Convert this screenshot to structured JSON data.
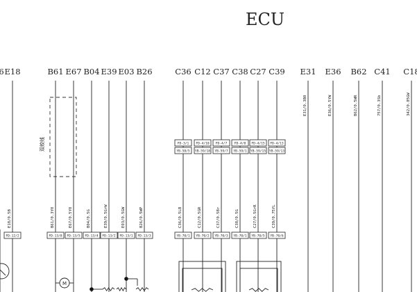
{
  "title": "ECU",
  "pins": [
    "6",
    "E18",
    "B61",
    "E67",
    "B04",
    "E39",
    "E03",
    "B26",
    "C36",
    "C12",
    "C37",
    "C38",
    "C27",
    "C39",
    "E31",
    "E36",
    "B62",
    "C41",
    "C18"
  ],
  "wires_lower": {
    "E18": "E18/0.5B",
    "B61": "B61/0.3Y0",
    "E67": "E67/0.5Y0",
    "B04": "B04/0.5G",
    "E39": "E39/0.5GrW",
    "E03": "E03/0.5GW",
    "B26": "B26/0.5WP",
    "C36": "C36/0.5LB",
    "C12": "C12/0.5GR",
    "C37": "C37/0.5Br",
    "C38": "C38/0.5G",
    "C27": "C27/0.5GrR",
    "C39": "C39/0.75YL"
  },
  "wires_upper": {
    "E31": "E31/0.3B0",
    "E36": "E36/0.5YW",
    "B62": "B62/0.5WR",
    "C41": "757/0.3Sb",
    "C18": "342/0.85GW"
  },
  "shield_label": "双绞线",
  "connectors_lower": {
    "E18": "FD-12/2",
    "B61": "FD-13/8",
    "E67": "FD-13/5",
    "B04": "FD-13/4",
    "E39": "FD-13/2",
    "E03": "FD-13/1",
    "B26": "FD-13/3",
    "C36": "YB-70/1",
    "C12": "YB-70/2",
    "C37": "YB-70/3",
    "C38": "YB-70/1",
    "C27": "YB-70/5",
    "C39": "YB-70/6"
  },
  "connectors_mid_top": {
    "C36": "FD-3/1",
    "C12": "FD-4/10",
    "C37": "FD-4/7",
    "C38": "FD-4/8",
    "C27": "FD-4/15",
    "C39": "FD-4/13"
  },
  "connectors_mid_bottom": {
    "C36": "YB-58/5",
    "C12": "YB-59/18",
    "C37": "YB-59/7",
    "C38": "YB-59/1",
    "C27": "YB-59/15",
    "C39": "YB-59/13"
  },
  "motor_label": "M"
}
